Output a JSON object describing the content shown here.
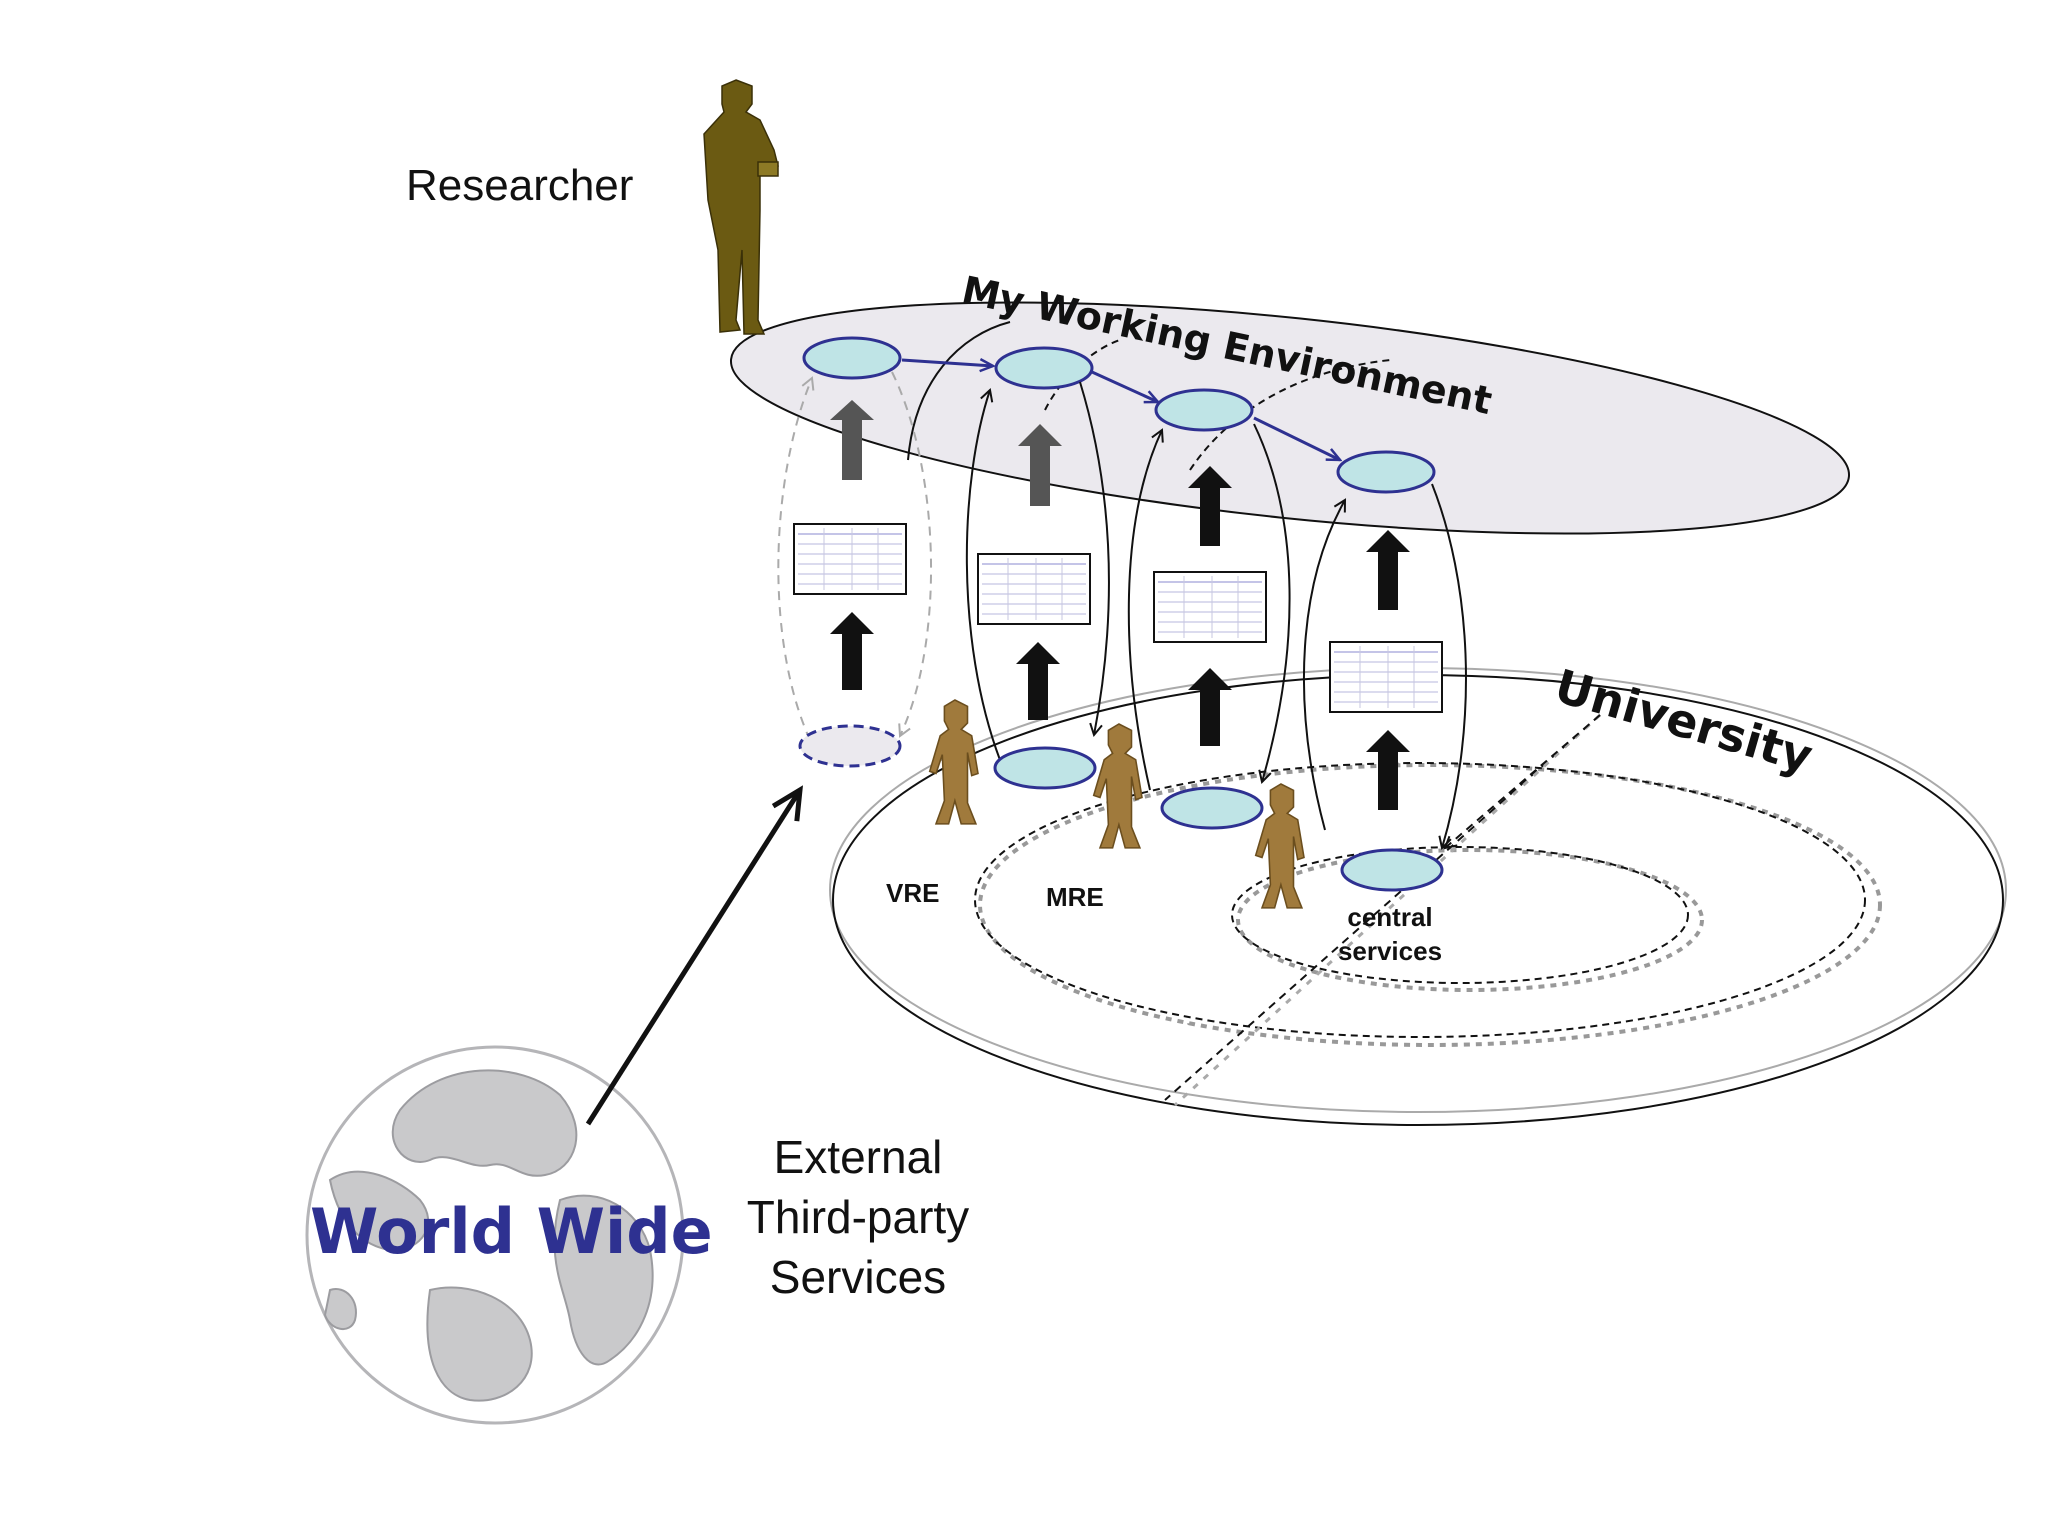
{
  "labels": {
    "researcher": "Researcher",
    "my_working_environment": "My Working Environment",
    "university": "University",
    "vre": "VRE",
    "mre": "MRE",
    "central": "central",
    "services": "services",
    "world_wide": "World Wide",
    "external_line1": "External",
    "external_line2": "Third-party",
    "external_line3": "Services"
  },
  "colors": {
    "workflow_blue": "#2e3191",
    "service_fill": "#bfe4e6",
    "environment_fill": "#ebe9ee",
    "researcher_figure": "#6b5a12",
    "user_figure": "#a07a3c",
    "globe_land": "#c9c9cb",
    "world_wide_text": "#2e3191"
  },
  "icons": {
    "researcher": "person-standing-reading-icon",
    "users": "person-walking-icon",
    "globe": "globe-icon",
    "document": "table-document-icon"
  }
}
